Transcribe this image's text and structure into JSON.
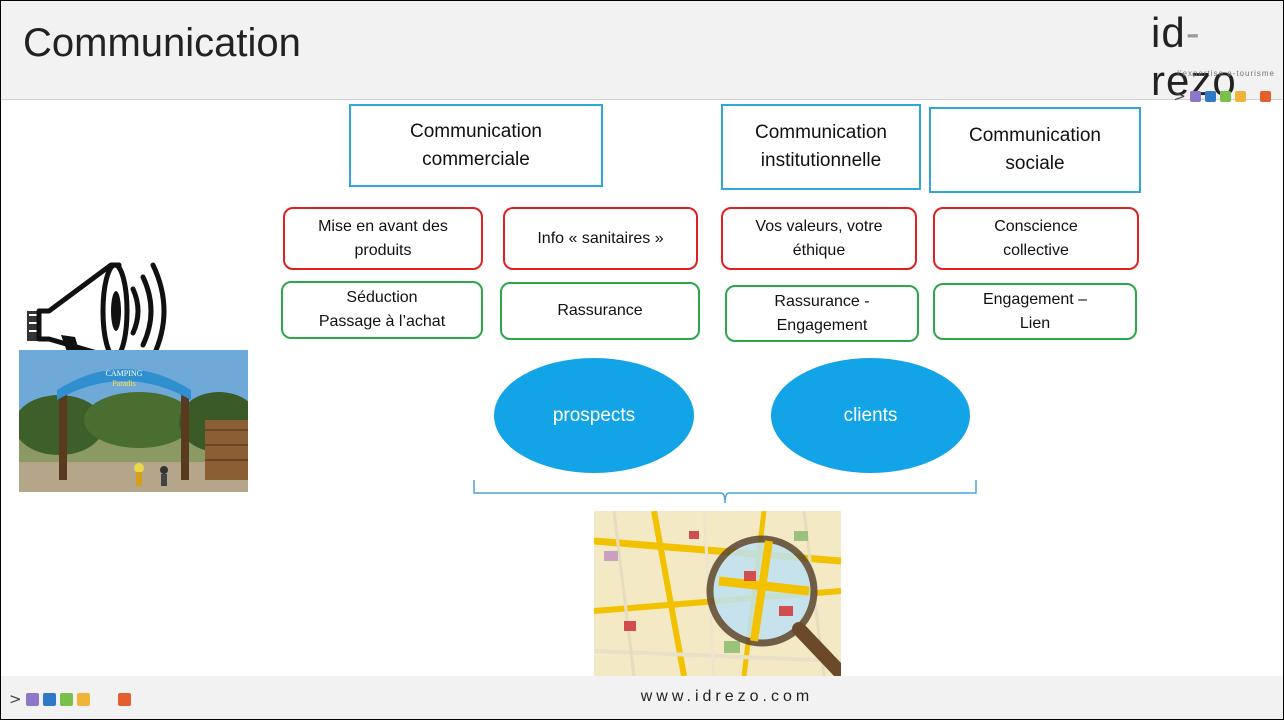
{
  "header": {
    "title": "Communication"
  },
  "logo": {
    "name_a": "id",
    "dash": "-",
    "name_b": "rezo",
    "tagline": "l'expertise e-tourisme"
  },
  "brand_squares": [
    "#8b78c8",
    "#2f79c9",
    "#78c04a",
    "#f0b43a",
    "#e35f2e"
  ],
  "columns": {
    "commerciale": "Communication\ncommerciale",
    "institutionnelle": "Communication\ninstitutionnelle",
    "sociale": "Communication\nsociale"
  },
  "red_boxes": {
    "produits": "Mise en avant des\nproduits",
    "sanitaires": "Info « sanitaires »",
    "valeurs": "Vos valeurs, votre\néthique",
    "conscience": "Conscience\ncollective"
  },
  "green_boxes": {
    "seduction": "Séduction\nPassage à l’achat",
    "rassurance": "Rassurance",
    "rassurance_engagement": "Rassurance -\nEngagement",
    "engagement_lien": "Engagement –\nLien"
  },
  "targets": {
    "prospects": "prospects",
    "clients": "clients"
  },
  "camping_sign": {
    "line1": "CAMPING",
    "line2": "Paradis"
  },
  "footer": {
    "url": "www.idrezo.com"
  }
}
